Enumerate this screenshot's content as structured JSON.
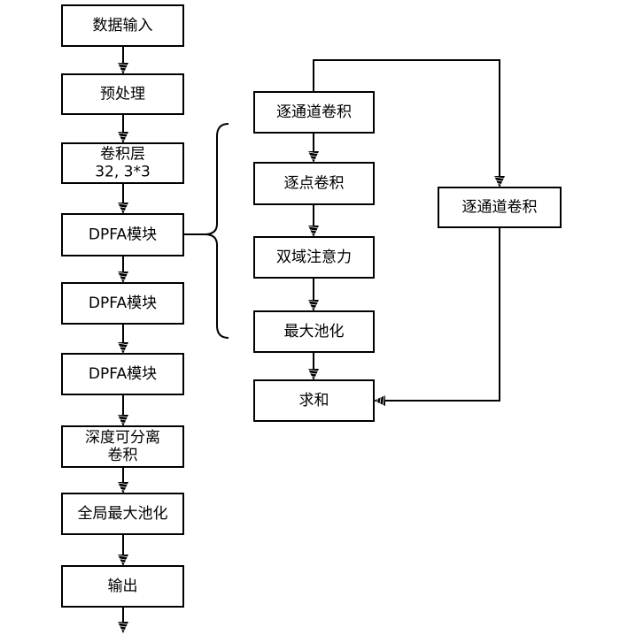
{
  "diagram": {
    "main_flow": [
      {
        "id": "input",
        "lines": [
          "数据输入"
        ]
      },
      {
        "id": "preprocess",
        "lines": [
          "预处理"
        ]
      },
      {
        "id": "conv",
        "lines": [
          "卷积层",
          "32, 3*3"
        ]
      },
      {
        "id": "dpfa1",
        "lines": [
          "DPFA模块"
        ]
      },
      {
        "id": "dpfa2",
        "lines": [
          "DPFA模块"
        ]
      },
      {
        "id": "dpfa3",
        "lines": [
          "DPFA模块"
        ]
      },
      {
        "id": "dsconv",
        "lines": [
          "深度可分离",
          "卷积"
        ]
      },
      {
        "id": "gmp",
        "lines": [
          "全局最大池化"
        ]
      },
      {
        "id": "output",
        "lines": [
          "输出"
        ]
      }
    ],
    "module_flow": [
      {
        "id": "m_dwconv",
        "lines": [
          "逐通道卷积"
        ]
      },
      {
        "id": "m_pwconv",
        "lines": [
          "逐点卷积"
        ]
      },
      {
        "id": "m_dual",
        "lines": [
          "双域注意力"
        ]
      },
      {
        "id": "m_maxpool",
        "lines": [
          "最大池化"
        ]
      },
      {
        "id": "m_sum",
        "lines": [
          "求和"
        ]
      }
    ],
    "branch": {
      "id": "b_dwconv",
      "lines": [
        "逐通道卷积"
      ]
    },
    "brace_target": "dpfa1"
  }
}
